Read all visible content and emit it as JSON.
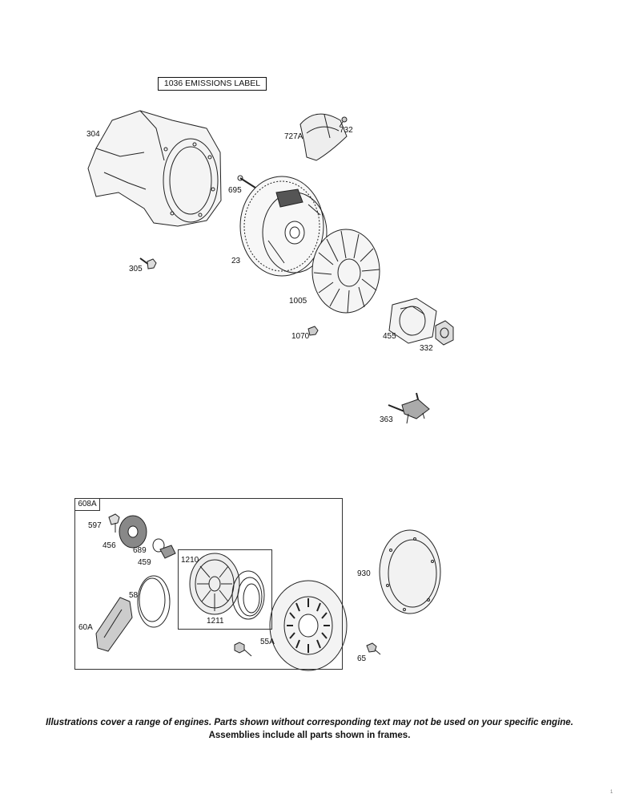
{
  "header_label": "1036 EMISSIONS LABEL",
  "parts": {
    "p304": "304",
    "p305": "305",
    "p727a": "727A",
    "p732": "732",
    "p695": "695",
    "p23": "23",
    "p1005": "1005",
    "p1070": "1070",
    "p455": "455",
    "p332": "332",
    "p363": "363",
    "p608a": "608A",
    "p597": "597",
    "p456": "456",
    "p689": "689",
    "p459": "459",
    "p1210": "1210",
    "p1211": "1211",
    "p58": "58",
    "p60a": "60A",
    "p55a": "55A",
    "p930": "930",
    "p65": "65"
  },
  "footer": {
    "line1": "Illustrations cover a range of engines. Parts shown without corresponding text may not be used on your specific engine.",
    "line2": "Assemblies include all parts shown in frames."
  },
  "page_mark": "1"
}
